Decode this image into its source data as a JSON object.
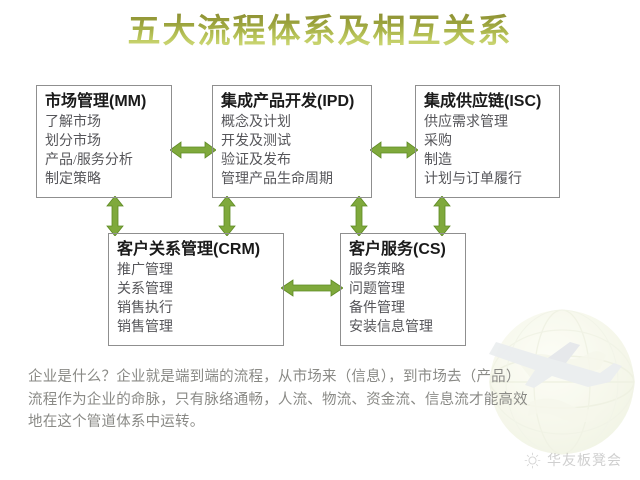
{
  "slide": {
    "title": "五大流程体系及相互关系",
    "title_gradient_from": "#8d8f33",
    "title_gradient_to": "#dbe58a",
    "accent_green": "#7fa93c",
    "box_border_color": "#8f8f8f",
    "body_text_color": "#56565a"
  },
  "boxes": [
    {
      "id": "mm",
      "title": "市场管理(MM)",
      "items": [
        "了解市场",
        "划分市场",
        "产品/服务分析",
        "制定策略"
      ]
    },
    {
      "id": "ipd",
      "title": "集成产品开发(IPD)",
      "items": [
        "概念及计划",
        "开发及测试",
        "验证及发布",
        "管理产品生命周期"
      ]
    },
    {
      "id": "isc",
      "title": "集成供应链(ISC)",
      "items": [
        "供应需求管理",
        "采购",
        "制造",
        "计划与订单履行"
      ]
    },
    {
      "id": "crm",
      "title": "客户关系管理(CRM)",
      "items": [
        "推广管理",
        "关系管理",
        "销售执行",
        "销售管理"
      ]
    },
    {
      "id": "cs",
      "title": "客户服务(CS)",
      "items": [
        "服务策略",
        "问题管理",
        "备件管理",
        "安装信息管理"
      ]
    }
  ],
  "connectors": [
    {
      "id": "mm-ipd",
      "from": "mm",
      "to": "ipd",
      "direction": "horizontal",
      "heads": "both"
    },
    {
      "id": "ipd-isc",
      "from": "ipd",
      "to": "isc",
      "direction": "horizontal",
      "heads": "both"
    },
    {
      "id": "crm-cs",
      "from": "crm",
      "to": "cs",
      "direction": "horizontal",
      "heads": "both"
    },
    {
      "id": "mm-crm",
      "from": "mm",
      "to": "crm",
      "direction": "vertical",
      "heads": "both"
    },
    {
      "id": "ipd-crm",
      "from": "ipd",
      "to": "crm",
      "direction": "vertical",
      "heads": "both"
    },
    {
      "id": "ipd-cs",
      "from": "ipd",
      "to": "cs",
      "direction": "vertical",
      "heads": "both"
    },
    {
      "id": "isc-cs",
      "from": "isc",
      "to": "cs",
      "direction": "vertical",
      "heads": "both"
    }
  ],
  "footer": {
    "lines": [
      "企业是什么？企业就是端到端的流程，从市场来（信息），到市场去（产品）",
      "流程作为企业的命脉，只有脉络通畅，人流、物流、资金流、信息流才能高效",
      "地在这个管道体系中运转。"
    ]
  },
  "brand": {
    "text": "华友板凳会"
  }
}
